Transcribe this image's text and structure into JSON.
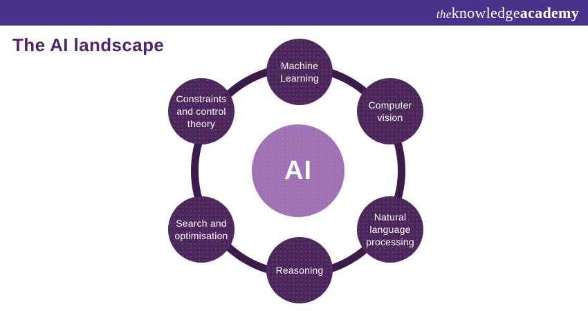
{
  "header": {
    "logo": {
      "the": "the",
      "knowledge": "knowledge",
      "academy": "academy"
    }
  },
  "page": {
    "title": "The AI landscape"
  },
  "diagram": {
    "center": {
      "label": "AI"
    },
    "nodes": [
      {
        "id": "machine-learning",
        "label": "Machine\nLearning"
      },
      {
        "id": "computer-vision",
        "label": "Computer\nvision"
      },
      {
        "id": "natural-language-processing",
        "label": "Natural\nlanguage\nprocessing"
      },
      {
        "id": "reasoning",
        "label": "Reasoning"
      },
      {
        "id": "search-and-optimisation",
        "label": "Search and\noptimisation"
      },
      {
        "id": "constraints-and-control-theory",
        "label": "Constraints\nand control\ntheory"
      }
    ]
  },
  "colors": {
    "header_bar": "#47348A",
    "title_text": "#522567",
    "ring": "#3A1C4A",
    "node_fill": "#4C275C",
    "center_fill": "#9E72B4",
    "text_on_dark": "#FFFFFF"
  }
}
